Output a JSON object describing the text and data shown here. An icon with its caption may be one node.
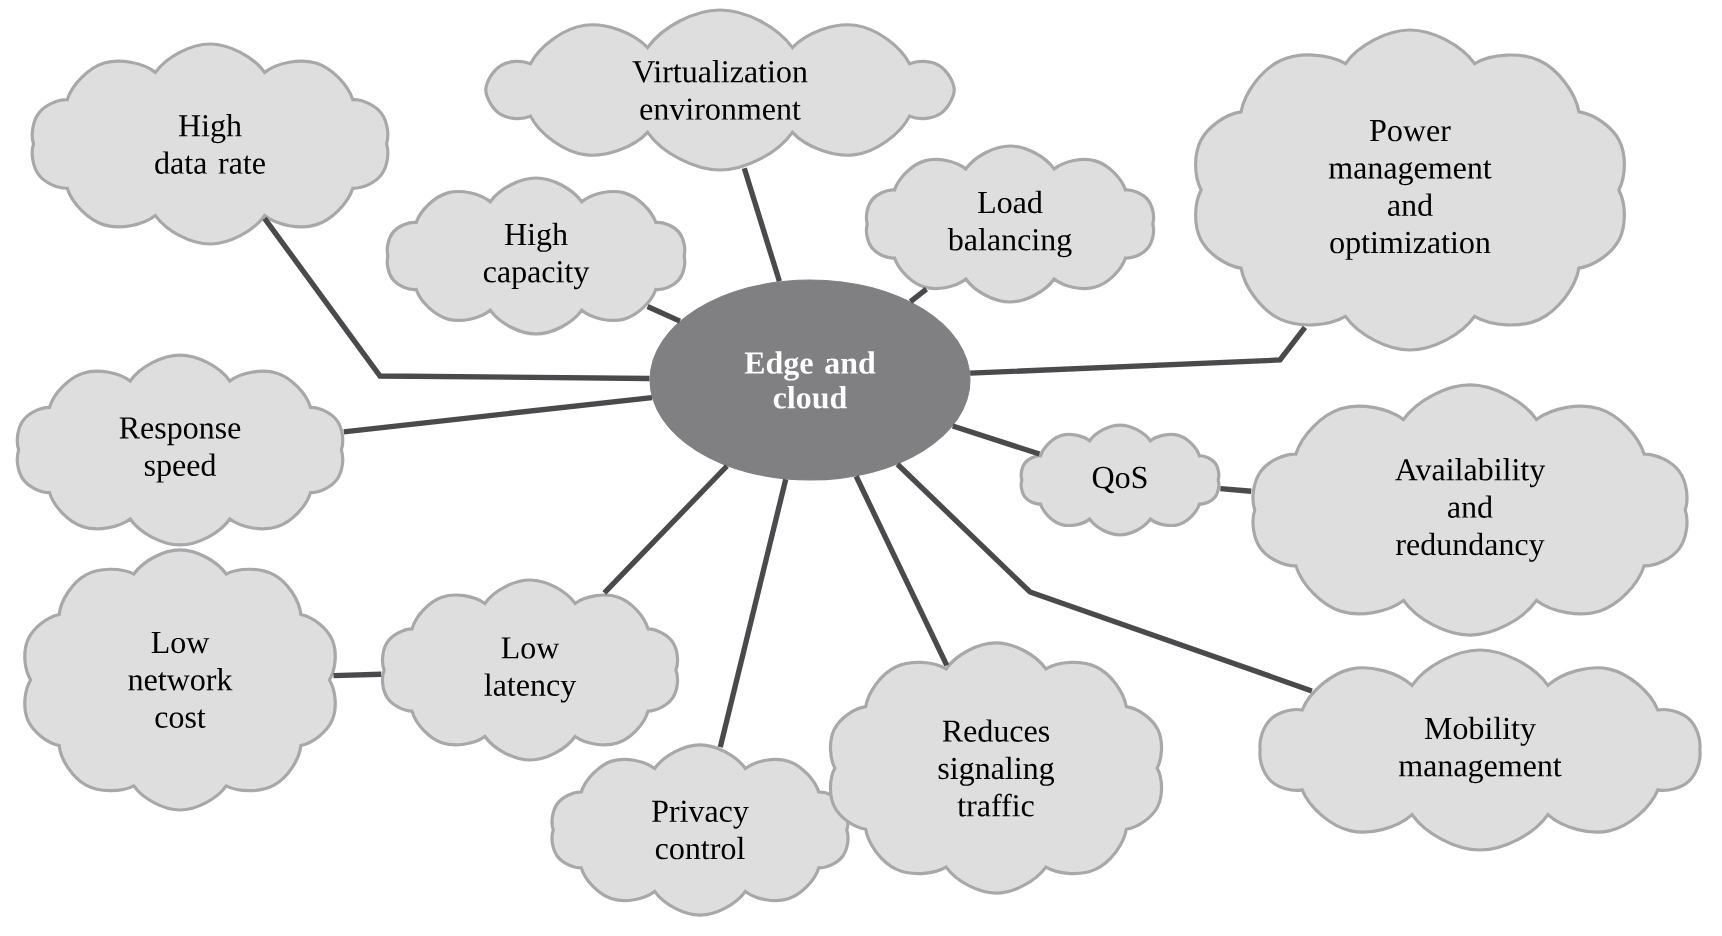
{
  "diagram": {
    "nodes": [
      {
        "text": [
          "Edge and cloud"
        ]
      },
      {
        "text": [
          "High data rate"
        ]
      },
      {
        "text": [
          "Virtualization environment"
        ]
      },
      {
        "text": [
          "Power management and optimization"
        ]
      },
      {
        "text": [
          "High capacity"
        ]
      },
      {
        "text": [
          "Load balancing"
        ]
      },
      {
        "text": [
          "Response speed"
        ]
      },
      {
        "text": [
          "QoS"
        ]
      },
      {
        "text": [
          "Availability and redundancy"
        ]
      },
      {
        "text": [
          "Low network cost"
        ]
      },
      {
        "text": [
          "Low latency"
        ]
      },
      {
        "text": [
          "Privacy control"
        ]
      },
      {
        "text": [
          "Reduces signaling traffic"
        ]
      },
      {
        "text": [
          "Mobility management"
        ]
      }
    ],
    "edges": [
      {
        "from": 0,
        "to": 1,
        "arrow": "none"
      },
      {
        "from": 0,
        "to": 2,
        "arrow": "none"
      },
      {
        "from": 0,
        "to": 3,
        "arrow": "none"
      },
      {
        "from": 0,
        "to": 4,
        "arrow": "none"
      },
      {
        "from": 0,
        "to": 5,
        "arrow": "none"
      },
      {
        "from": 0,
        "to": 6,
        "arrow": "none"
      },
      {
        "from": 0,
        "to": 7,
        "arrow": "none"
      },
      {
        "from": 7,
        "to": 8,
        "arrow": "none"
      },
      {
        "from": 0,
        "to": 10,
        "arrow": "none"
      },
      {
        "from": 10,
        "to": 9,
        "arrow": "none"
      },
      {
        "from": 0,
        "to": 11,
        "arrow": "none"
      },
      {
        "from": 0,
        "to": 12,
        "arrow": "none"
      },
      {
        "from": 0,
        "to": 13,
        "arrow": "none"
      }
    ]
  }
}
